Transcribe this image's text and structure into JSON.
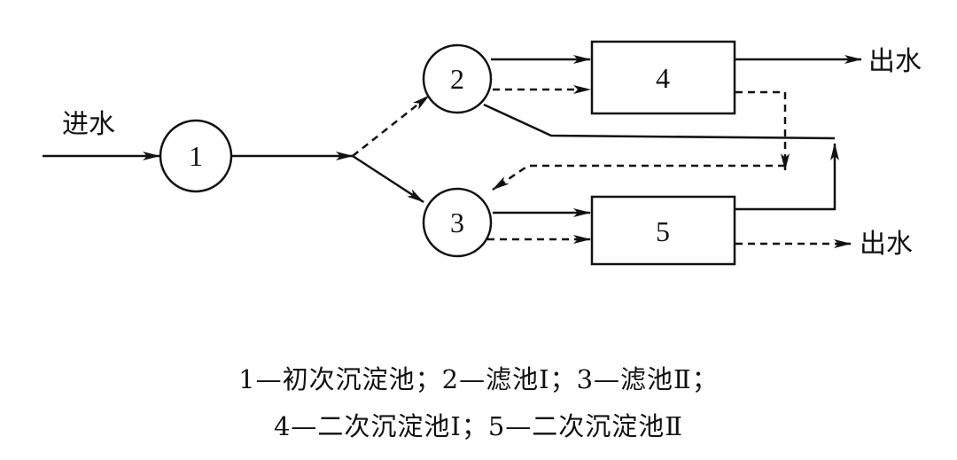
{
  "labels": {
    "inlet": "进水",
    "outlet_top": "出水",
    "outlet_bottom": "出水"
  },
  "nodes": {
    "n1": "1",
    "n2": "2",
    "n3": "3",
    "n4": "4",
    "n5": "5"
  },
  "legend": {
    "line1": "1—初次沉淀池；2—滤池Ⅰ；3—滤池Ⅱ；",
    "line2": "4—二次沉淀池Ⅰ；5—二次沉淀池Ⅱ"
  }
}
